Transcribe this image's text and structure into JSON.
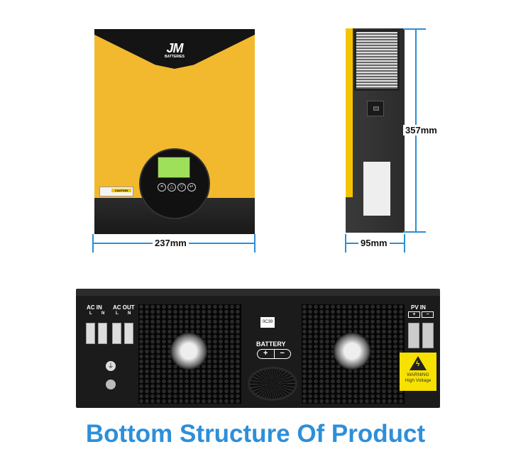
{
  "front": {
    "logo_text": "JM",
    "logo_subtext": "BATTERIES",
    "caution_label": "CAUTION",
    "button_icons": [
      "menu-icon",
      "up-icon",
      "down-icon",
      "enter-icon"
    ]
  },
  "dimensions": {
    "width": "237mm",
    "height": "357mm",
    "depth": "95mm"
  },
  "bottom_panel": {
    "ac_in": "AC IN",
    "ac_out": "AC OUT",
    "l": "L",
    "n": "N",
    "pv_in": "PV IN",
    "plus": "+",
    "minus": "−",
    "battery": "BATTERY",
    "tag": "0C39",
    "warning": "WARNING",
    "warning_sub": "High Voltage"
  },
  "caption": "Bottom Structure Of Product",
  "colors": {
    "accent_blue": "#2d8fd9",
    "body_yellow": "#f2b92e"
  }
}
